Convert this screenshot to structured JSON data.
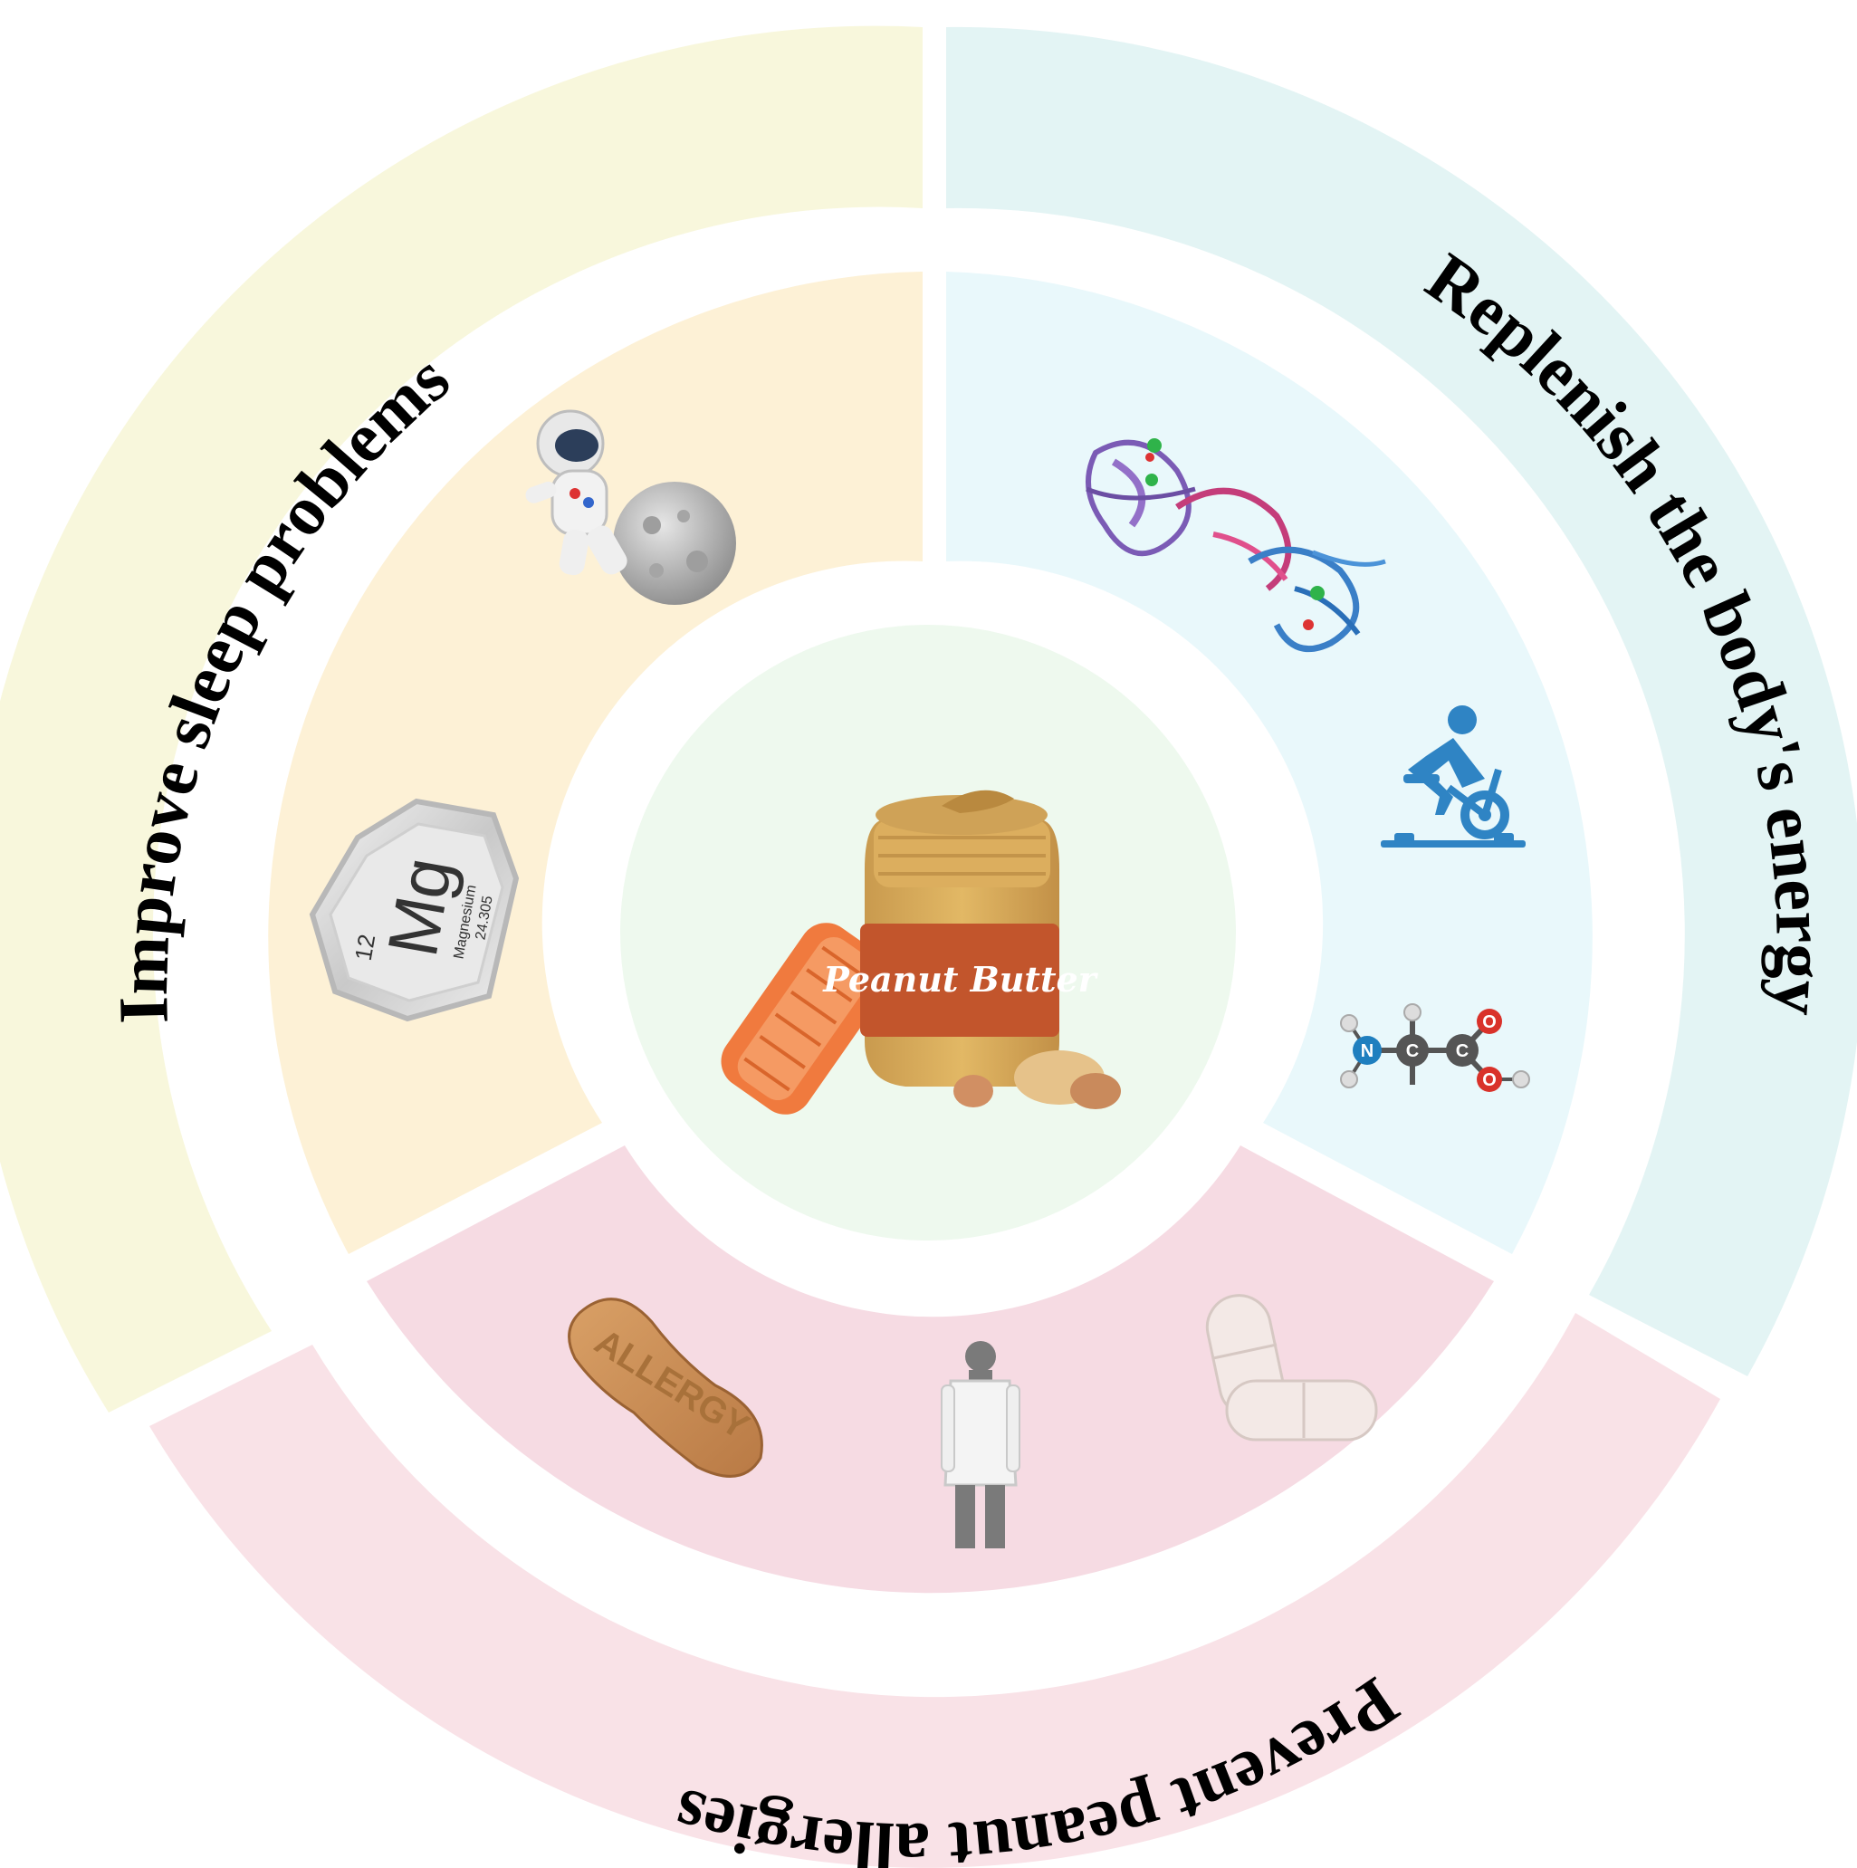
{
  "labels": {
    "top_left": "Improve sleep problems",
    "top_right": "Replenish the body's energy",
    "bottom": "Prevent peanut allergies"
  },
  "center": {
    "jar_label": "Peanut Butter"
  },
  "icons": {
    "magnesium": {
      "number": "12",
      "symbol": "Mg",
      "name": "Magnesium",
      "mass": "24.305"
    },
    "amino_acid": {
      "n": "N",
      "c": "C",
      "o": "O",
      "h": "H"
    },
    "peanut_word": "ALLERGY"
  },
  "colors": {
    "outer_sleep": "#f8f7dc",
    "inner_sleep": "#fdf1d6",
    "outer_energy": "#e3f4f4",
    "inner_energy": "#e9f8fb",
    "outer_allergy": "#f9e2e7",
    "inner_allergy": "#f6dbe3",
    "center": "#eef9ee"
  }
}
